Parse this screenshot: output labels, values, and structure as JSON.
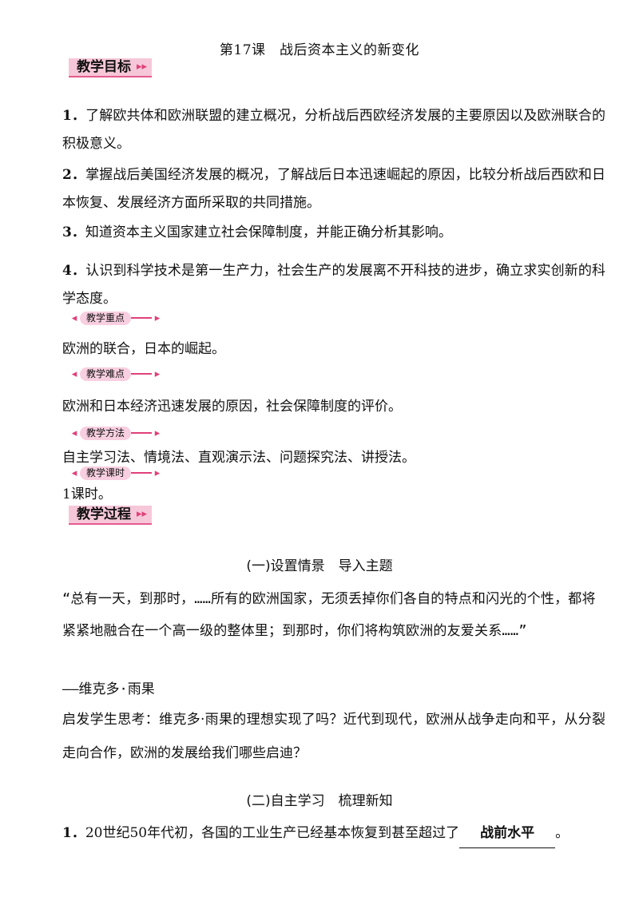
{
  "title": "第17课　战后资本主义的新变化",
  "banner_goals": "教学目标",
  "banner_process": "教学过程",
  "arrow_glyph": "▸▸",
  "pink": "#f6c7d8",
  "accent": "#e0407a",
  "goals": [
    {
      "num": "1．",
      "text": "了解欧共体和欧洲联盟的建立概况，分析战后西欧经济发展的主要原因以及欧洲联合的积极意义。"
    },
    {
      "num": "2．",
      "text": "掌握战后美国经济发展的概况，了解战后日本迅速崛起的原因，比较分析战后西欧和日本恢复、发展经济方面所采取的共同措施。"
    },
    {
      "num": "3．",
      "text": "知道资本主义国家建立社会保障制度，并能正确分析其影响。"
    },
    {
      "num": "4．",
      "text": "认识到科学技术是第一生产力，社会生产的发展离不开科技的进步，确立求实创新的科学态度。"
    }
  ],
  "key_points": {
    "label": "教学重点",
    "text": "欧洲的联合，日本的崛起。"
  },
  "difficulties": {
    "label": "教学难点",
    "text": "欧洲和日本经济迅速发展的原因，社会保障制度的评价。"
  },
  "methods": {
    "label": "教学方法",
    "text": "自主学习法、情境法、直观演示法、问题探究法、讲授法。"
  },
  "hours": {
    "label": "教学课时",
    "text": "1课时。"
  },
  "section1": "(一)设置情景　导入主题",
  "quote": "“总有一天，到那时，……所有的欧洲国家，无须丢掉你们各自的特点和闪光的个性，都将紧紧地融合在一个高一级的整体里；到那时，你们将构筑欧洲的友爱关系……”",
  "quote_author": "——维克多·雨果",
  "prompt": "启发学生思考：维克多·雨果的理想实现了吗？近代到现代，欧洲从战争走向和平，从分裂走向合作，欧洲的发展给我们哪些启迪？",
  "section2": "(二)自主学习　梳理新知",
  "item1": {
    "num": "1．",
    "text": "20世纪50年代初，各国的工业生产已经基本恢复到甚至超过了",
    "answer": "战前水平",
    "end": "。"
  }
}
